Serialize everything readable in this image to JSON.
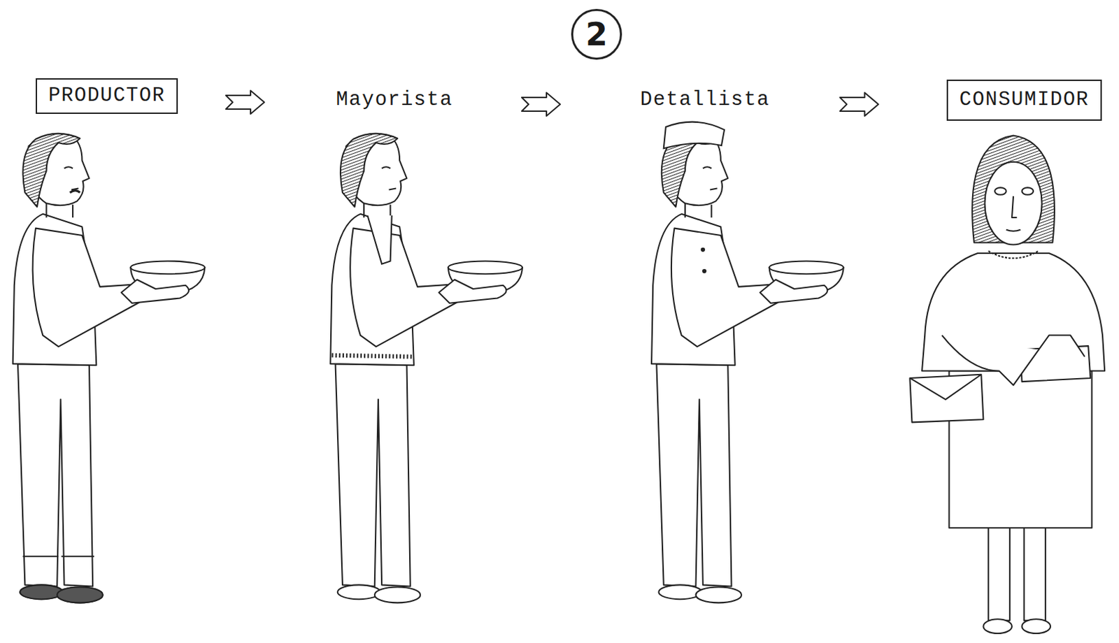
{
  "diagram": {
    "nodes": [
      {
        "text": [
          "2"
        ]
      },
      {
        "text": [
          "PRODUCTOR"
        ]
      },
      {
        "text": [
          "Mayorista"
        ]
      },
      {
        "text": [
          "Detallista"
        ]
      },
      {
        "text": [
          "CONSUMIDOR"
        ]
      }
    ],
    "edges": [
      {
        "from": 1,
        "to": 2,
        "arrow": "to"
      },
      {
        "from": 2,
        "to": 3,
        "arrow": "to"
      },
      {
        "from": 3,
        "to": 4,
        "arrow": "to"
      }
    ]
  }
}
